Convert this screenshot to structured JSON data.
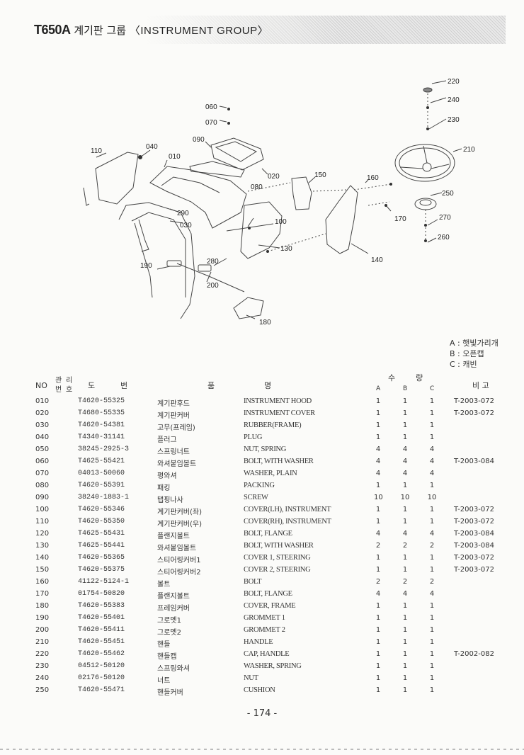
{
  "header": {
    "model": "T650A",
    "title_ko": "계기판 그룹",
    "title_en": "〈INSTRUMENT GROUP〉"
  },
  "callouts": [
    "220",
    "240",
    "230",
    "210",
    "250",
    "270",
    "260",
    "060",
    "070",
    "090",
    "040",
    "110",
    "010",
    "020",
    "150",
    "160",
    "170",
    "080",
    "290",
    "030",
    "100",
    "130",
    "140",
    "280",
    "190",
    "200",
    "180"
  ],
  "legend": {
    "a": "A : 햇빛가리개",
    "b": "B : 오픈캡",
    "c": "C : 캐빈"
  },
  "table_header": {
    "no": "NO",
    "mgmt_1": "관",
    "mgmt_2": "리",
    "mgmt_3": "번",
    "mgmt_4": "호",
    "drawing_1": "도",
    "drawing_2": "번",
    "name_1": "품",
    "name_2": "명",
    "qty_1": "수",
    "qty_2": "량",
    "col_a": "A",
    "col_b": "B",
    "col_c": "C",
    "remark": "비 고"
  },
  "rows": [
    {
      "no": "010",
      "pn": "T4620-55325",
      "ko": "계기판후드",
      "en": "INSTRUMENT HOOD",
      "a": "1",
      "b": "1",
      "c": "1",
      "remark": "T-2003-072"
    },
    {
      "no": "020",
      "pn": "T4680-55335",
      "ko": "계기판커버",
      "en": "INSTRUMENT COVER",
      "a": "1",
      "b": "1",
      "c": "1",
      "remark": "T-2003-072"
    },
    {
      "no": "030",
      "pn": "T4620-54381",
      "ko": "고무(프레임)",
      "en": "RUBBER(FRAME)",
      "a": "1",
      "b": "1",
      "c": "1",
      "remark": ""
    },
    {
      "no": "040",
      "pn": "T4340-31141",
      "ko": "플러그",
      "en": "PLUG",
      "a": "1",
      "b": "1",
      "c": "1",
      "remark": ""
    },
    {
      "no": "050",
      "pn": "38245-2925-3",
      "ko": "스프링너트",
      "en": "NUT, SPRING",
      "a": "4",
      "b": "4",
      "c": "4",
      "remark": ""
    },
    {
      "no": "060",
      "pn": "T4625-55421",
      "ko": "와셔붙임볼트",
      "en": "BOLT, WITH WASHER",
      "a": "4",
      "b": "4",
      "c": "4",
      "remark": "T-2003-084"
    },
    {
      "no": "070",
      "pn": "04013-50060",
      "ko": "평와셔",
      "en": "WASHER, PLAIN",
      "a": "4",
      "b": "4",
      "c": "4",
      "remark": ""
    },
    {
      "no": "080",
      "pn": "T4620-55391",
      "ko": "패킹",
      "en": "PACKING",
      "a": "1",
      "b": "1",
      "c": "1",
      "remark": ""
    },
    {
      "no": "090",
      "pn": "38240-1883-1",
      "ko": "탭핑나사",
      "en": "SCREW",
      "a": "10",
      "b": "10",
      "c": "10",
      "remark": ""
    },
    {
      "no": "100",
      "pn": "T4620-55346",
      "ko": "계기판커버(좌)",
      "en": "COVER(LH), INSTRUMENT",
      "a": "1",
      "b": "1",
      "c": "1",
      "remark": "T-2003-072"
    },
    {
      "no": "110",
      "pn": "T4620-55350",
      "ko": "계기판커버(우)",
      "en": "COVER(RH), INSTRUMENT",
      "a": "1",
      "b": "1",
      "c": "1",
      "remark": "T-2003-072"
    },
    {
      "no": "120",
      "pn": "T4625-55431",
      "ko": "플랜지볼트",
      "en": "BOLT, FLANGE",
      "a": "4",
      "b": "4",
      "c": "4",
      "remark": "T-2003-084"
    },
    {
      "no": "130",
      "pn": "T4625-55441",
      "ko": "와셔붙임볼트",
      "en": "BOLT, WITH WASHER",
      "a": "2",
      "b": "2",
      "c": "2",
      "remark": "T-2003-084"
    },
    {
      "no": "140",
      "pn": "T4620-55365",
      "ko": "스티어링커버1",
      "en": "COVER 1, STEERING",
      "a": "1",
      "b": "1",
      "c": "1",
      "remark": "T-2003-072"
    },
    {
      "no": "150",
      "pn": "T4620-55375",
      "ko": "스티어링커버2",
      "en": "COVER 2, STEERING",
      "a": "1",
      "b": "1",
      "c": "1",
      "remark": "T-2003-072"
    },
    {
      "no": "160",
      "pn": "41122-5124-1",
      "ko": "볼트",
      "en": "BOLT",
      "a": "2",
      "b": "2",
      "c": "2",
      "remark": ""
    },
    {
      "no": "170",
      "pn": "01754-50820",
      "ko": "플랜지볼트",
      "en": "BOLT, FLANGE",
      "a": "4",
      "b": "4",
      "c": "4",
      "remark": ""
    },
    {
      "no": "180",
      "pn": "T4620-55383",
      "ko": "프레임커버",
      "en": "COVER, FRAME",
      "a": "1",
      "b": "1",
      "c": "1",
      "remark": ""
    },
    {
      "no": "190",
      "pn": "T4620-55401",
      "ko": "그로멧1",
      "en": "GROMMET 1",
      "a": "1",
      "b": "1",
      "c": "1",
      "remark": ""
    },
    {
      "no": "200",
      "pn": "T4620-55411",
      "ko": "그로멧2",
      "en": "GROMMET 2",
      "a": "1",
      "b": "1",
      "c": "1",
      "remark": ""
    },
    {
      "no": "210",
      "pn": "T4620-55451",
      "ko": "핸들",
      "en": "HANDLE",
      "a": "1",
      "b": "1",
      "c": "1",
      "remark": ""
    },
    {
      "no": "220",
      "pn": "T4620-55462",
      "ko": "핸들캡",
      "en": "CAP, HANDLE",
      "a": "1",
      "b": "1",
      "c": "1",
      "remark": "T-2002-082"
    },
    {
      "no": "230",
      "pn": "04512-50120",
      "ko": "스프링와셔",
      "en": "WASHER, SPRING",
      "a": "1",
      "b": "1",
      "c": "1",
      "remark": ""
    },
    {
      "no": "240",
      "pn": "02176-50120",
      "ko": "너트",
      "en": "NUT",
      "a": "1",
      "b": "1",
      "c": "1",
      "remark": ""
    },
    {
      "no": "250",
      "pn": "T4620-55471",
      "ko": "핸들커버",
      "en": "CUSHION",
      "a": "1",
      "b": "1",
      "c": "1",
      "remark": ""
    }
  ],
  "page_number": "- 174 -"
}
